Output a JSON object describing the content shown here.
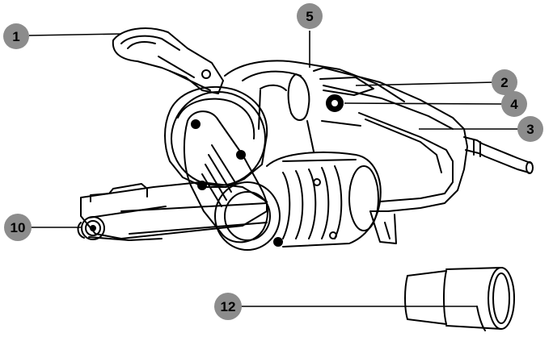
{
  "colors": {
    "line": "#000000",
    "callout_fill": "#8c8c8c",
    "label_text": "#000000",
    "background": "#ffffff"
  },
  "callouts": [
    {
      "number": "1",
      "part": "front-handle"
    },
    {
      "number": "5",
      "part": "motor-housing-top"
    },
    {
      "number": "2",
      "part": "trigger-switch"
    },
    {
      "number": "4",
      "part": "lock-button"
    },
    {
      "number": "3",
      "part": "main-handle"
    },
    {
      "number": "10",
      "part": "belt-tracking-knob"
    },
    {
      "number": "12",
      "part": "dust-adapter"
    }
  ]
}
